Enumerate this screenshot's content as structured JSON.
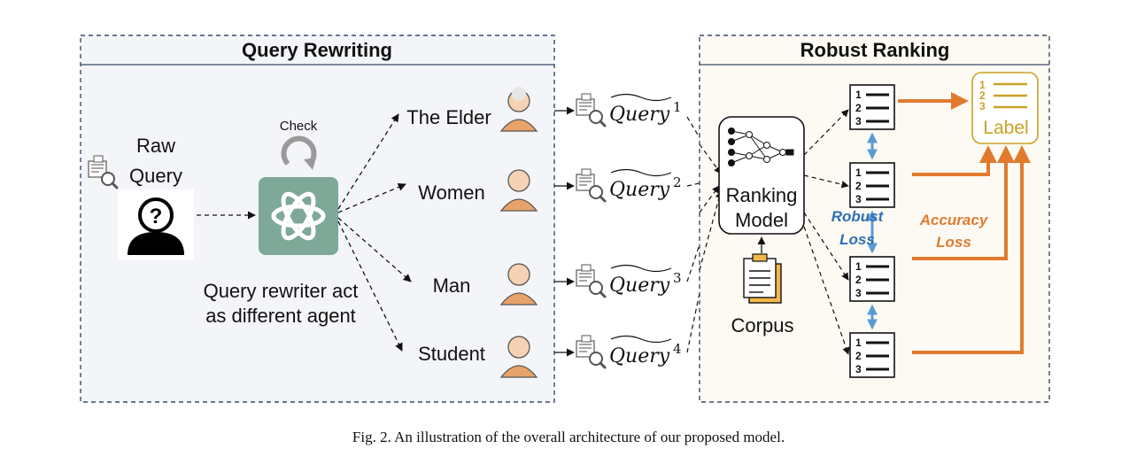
{
  "left_panel": {
    "title": "Query Rewriting",
    "raw_query_line1": "Raw",
    "raw_query_line2": "Query",
    "check_label": "Check",
    "rewriter_line1": "Query rewriter act",
    "rewriter_line2": "as different agent",
    "agents": [
      "The Elder",
      "Women",
      "Man",
      "Student"
    ]
  },
  "queries": [
    {
      "text": "Query",
      "sup": "1"
    },
    {
      "text": "Query",
      "sup": "2"
    },
    {
      "text": "Query",
      "sup": "3"
    },
    {
      "text": "Query",
      "sup": "4"
    }
  ],
  "right_panel": {
    "title": "Robust Ranking",
    "model_line1": "Ranking",
    "model_line2": "Model",
    "corpus": "Corpus",
    "robust_loss_line1": "Robust",
    "robust_loss_line2": "Loss",
    "accuracy_loss_line1": "Accuracy",
    "accuracy_loss_line2": "Loss",
    "label": "Label"
  },
  "caption": "Fig. 2.  An illustration of the overall architecture of our proposed model.",
  "colors": {
    "panel_border": "#3a4a6b",
    "left_panel_bg": "#f3f5f9",
    "right_panel_bg": "#fdfaf3",
    "gpt_green": "#7ea898",
    "orange": "#e07b2e",
    "blue": "#5b9bd5",
    "gold": "#c9a227"
  }
}
